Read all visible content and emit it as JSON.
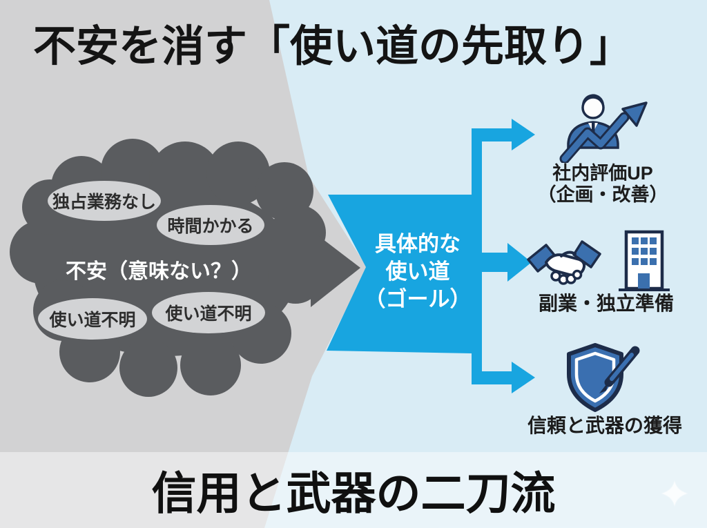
{
  "title": "不安を消す「使い道の先取り」",
  "cloud": {
    "center_label": "不安（意味ない？）",
    "bubbles": [
      "独占業務なし",
      "時間かかる",
      "使い道不明",
      "使い道不明"
    ]
  },
  "goal_block": {
    "lines": [
      "具体的な",
      "使い道",
      "（ゴール）"
    ]
  },
  "outcomes": [
    {
      "icon": "businessman-growth-icon",
      "lines": [
        "社内評価UP",
        "（企画・改善）"
      ]
    },
    {
      "icon": "handshake-icon, building-icon",
      "lines": [
        "副業・独立準備"
      ]
    },
    {
      "icon": "shield-pen-icon",
      "lines": [
        "信頼と武器の獲得"
      ]
    }
  ],
  "footer": "信用と武器の二刀流",
  "colors": {
    "flow_blue": "#18a5e0",
    "icon_navy": "#3b70ae",
    "icon_outline": "#1d2c49",
    "cloud_gray": "#5a5c5f",
    "left_bg_gray": "#d2d2d3",
    "right_bg_blue": "#d9ecf5"
  }
}
